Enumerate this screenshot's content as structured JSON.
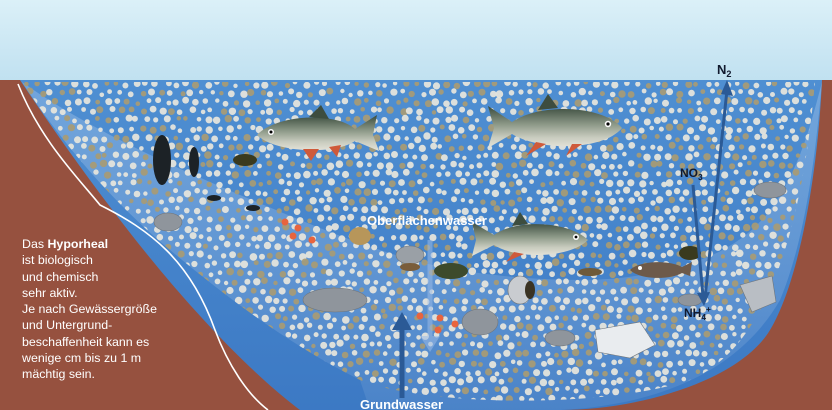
{
  "labels": {
    "surface_water": "Oberflächenwasser",
    "groundwater": "Grundwasser",
    "n2": {
      "base": "N",
      "sub": "2"
    },
    "no3": {
      "base": "NO",
      "sub": "3"
    },
    "nh4": {
      "base": "NH",
      "sub": "4",
      "sup": "+"
    }
  },
  "description": {
    "line1_prefix": "Das ",
    "line1_bold": "Hyporheal",
    "line2": "ist biologisch",
    "line3": "und chemisch",
    "line4": "sehr aktiv.",
    "line5": "Je nach Gewässergröße",
    "line6": "und Untergrund-",
    "line7": "beschaffenheit kann es",
    "line8": "wenige cm bis zu 1 m",
    "line9": "mächtig sein."
  },
  "colors": {
    "sky": "#cfe9f5",
    "water": "#5b93d4",
    "water_deep": "#3a78c6",
    "soil": "#96513f",
    "gravel_light": "#e8e6dc",
    "gravel_dark": "#a89b74",
    "stone": "#8c9299",
    "arrow": "#2b5a96",
    "fish_back": "#3d4d3f",
    "fish_side": "#b8bfae",
    "fish_fin": "#cf5a3a",
    "egg": "#e8643e"
  }
}
